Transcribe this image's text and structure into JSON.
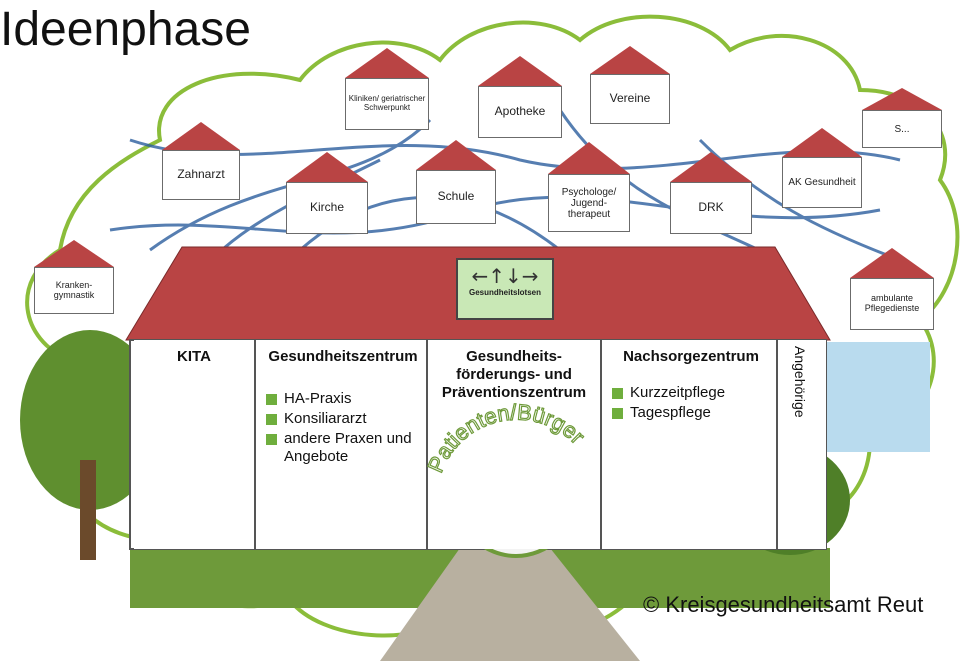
{
  "title": "Ideenphase",
  "copyright": "© Kreisgesundheitsamt Reut",
  "network_nodes": [
    {
      "key": "kliniken",
      "label": "Kliniken/ geriatrischer Schwerpunkt"
    },
    {
      "key": "apotheke",
      "label": "Apotheke"
    },
    {
      "key": "vereine",
      "label": "Vereine"
    },
    {
      "key": "sport",
      "label": "S..."
    },
    {
      "key": "zahnarzt",
      "label": "Zahnarzt"
    },
    {
      "key": "kirche",
      "label": "Kirche"
    },
    {
      "key": "schule",
      "label": "Schule"
    },
    {
      "key": "psychologe",
      "label": "Psychologe/ Jugend- therapeut"
    },
    {
      "key": "drk",
      "label": "DRK"
    },
    {
      "key": "ak_gesundheit",
      "label": "AK Gesundheit"
    },
    {
      "key": "krankengymnastik",
      "label": "Kranken- gymnastik"
    },
    {
      "key": "pflegedienste",
      "label": "ambulante Pflegedienste"
    }
  ],
  "lotsen": {
    "arrows": "←↑↓→",
    "label": "Gesundheitslotsen"
  },
  "rooms": {
    "kita": {
      "title": "KITA"
    },
    "gesundheitszentrum": {
      "title": "Gesundheitszentrum",
      "items": [
        "HA-Praxis",
        "Konsiliararzt",
        "andere Praxen und Angebote"
      ]
    },
    "praevention": {
      "title": "Gesundheits- förderungs- und Präventionszentrum",
      "arc_label": "Patienten/Bürger"
    },
    "nachsorge": {
      "title": "Nachsorgezentrum",
      "items": [
        "Kurzzeitpflege",
        "Tagespflege"
      ]
    },
    "angehoerige": {
      "title": "Angehörige"
    }
  },
  "colors": {
    "roof": "#b94444",
    "cloud": "#8bbd3a",
    "line": "#2c5f9e",
    "grass": "#6e9a3a",
    "path": "#b8b0a0",
    "bullet": "#6fae3d"
  }
}
